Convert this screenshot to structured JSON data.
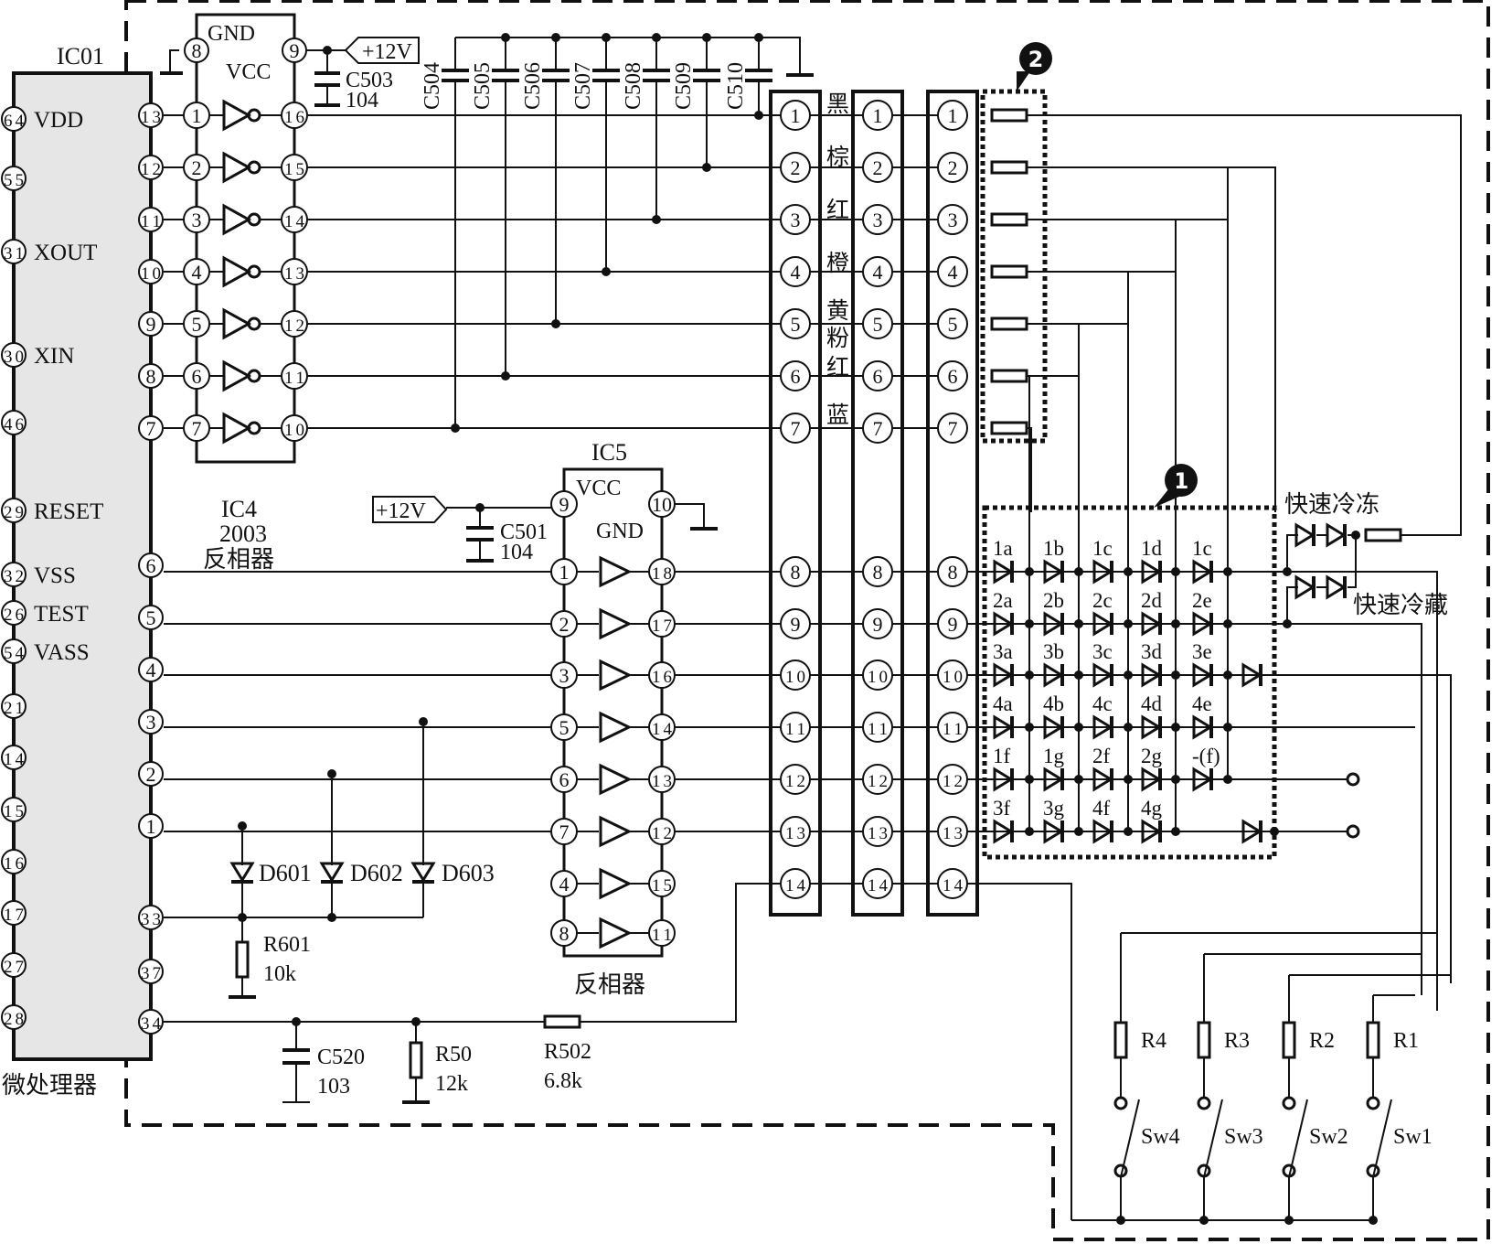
{
  "ic01": {
    "name": "IC01",
    "caption": "微处理器",
    "left_pins": [
      {
        "num": "64",
        "label": "VDD"
      },
      {
        "num": "55",
        "label": ""
      },
      {
        "num": "31",
        "label": "XOUT"
      },
      {
        "num": "30",
        "label": "XIN"
      },
      {
        "num": "46",
        "label": ""
      },
      {
        "num": "29",
        "label": "RESET"
      },
      {
        "num": "32",
        "label": "VSS"
      },
      {
        "num": "26",
        "label": "TEST"
      },
      {
        "num": "54",
        "label": "VASS"
      },
      {
        "num": "21",
        "label": ""
      },
      {
        "num": "14",
        "label": ""
      },
      {
        "num": "15",
        "label": ""
      },
      {
        "num": "16",
        "label": ""
      },
      {
        "num": "17",
        "label": ""
      },
      {
        "num": "27",
        "label": ""
      },
      {
        "num": "28",
        "label": ""
      }
    ],
    "right_pins_top": [
      "13",
      "12",
      "11",
      "10",
      "9",
      "8",
      "7"
    ],
    "right_pins_bottom": [
      "6",
      "5",
      "4",
      "3",
      "2",
      "1",
      "33",
      "37",
      "34"
    ]
  },
  "ic4": {
    "name": "IC4",
    "part": "2003",
    "caption": "反相器",
    "gnd_label": "GND",
    "vcc_label": "VCC",
    "gnd_pin": "8",
    "vcc_pin": "9",
    "inputs": [
      "1",
      "2",
      "3",
      "4",
      "5",
      "6",
      "7"
    ],
    "outputs": [
      "16",
      "15",
      "14",
      "13",
      "12",
      "11",
      "10"
    ]
  },
  "ic5": {
    "name": "IC5",
    "caption": "反相器",
    "vcc_label": "VCC",
    "gnd_label": "GND",
    "vcc_pin": "9",
    "gnd_pin": "10",
    "inputs": [
      "1",
      "2",
      "3",
      "5",
      "6",
      "7",
      "4",
      "8"
    ],
    "outputs": [
      "18",
      "17",
      "16",
      "14",
      "13",
      "12",
      "15",
      "11"
    ]
  },
  "power": {
    "supply_label": "+12V"
  },
  "capacitors": {
    "c503": {
      "name": "C503",
      "value": "104"
    },
    "c501": {
      "name": "C501",
      "value": "104"
    },
    "c520": {
      "name": "C520",
      "value": "103"
    },
    "bank": [
      "C504",
      "C505",
      "C506",
      "C507",
      "C508",
      "C509",
      "C510"
    ]
  },
  "resistors": {
    "r601": {
      "name": "R601",
      "value": "10k"
    },
    "r50": {
      "name": "R50",
      "value": "12k"
    },
    "r502": {
      "name": "R502",
      "value": "6.8k"
    },
    "keys": [
      "R4",
      "R3",
      "R2",
      "R1"
    ]
  },
  "diodes": [
    "D601",
    "D602",
    "D603"
  ],
  "connectors": {
    "pins": [
      "1",
      "2",
      "3",
      "4",
      "5",
      "6",
      "7",
      "8",
      "9",
      "10",
      "11",
      "12",
      "13",
      "14"
    ],
    "wire_colors": [
      "黑",
      "棕",
      "红",
      "橙",
      "黄",
      "粉",
      "红",
      "蓝"
    ]
  },
  "led_matrix": {
    "callout": "1",
    "rows": [
      [
        "1a",
        "1b",
        "1c",
        "1d",
        "1c"
      ],
      [
        "2a",
        "2b",
        "2c",
        "2d",
        "2e"
      ],
      [
        "3a",
        "3b",
        "3c",
        "3d",
        "3e"
      ],
      [
        "4a",
        "4b",
        "4c",
        "4d",
        "4e"
      ],
      [
        "1f",
        "1g",
        "2f",
        "2g",
        "-(f)"
      ],
      [
        "3f",
        "3g",
        "4f",
        "4g"
      ]
    ]
  },
  "resistor_array": {
    "callout": "2"
  },
  "indicators": {
    "quick_freeze": "快速冷冻",
    "quick_chill": "快速冷藏"
  },
  "switches": [
    "Sw4",
    "Sw3",
    "Sw2",
    "Sw1"
  ]
}
